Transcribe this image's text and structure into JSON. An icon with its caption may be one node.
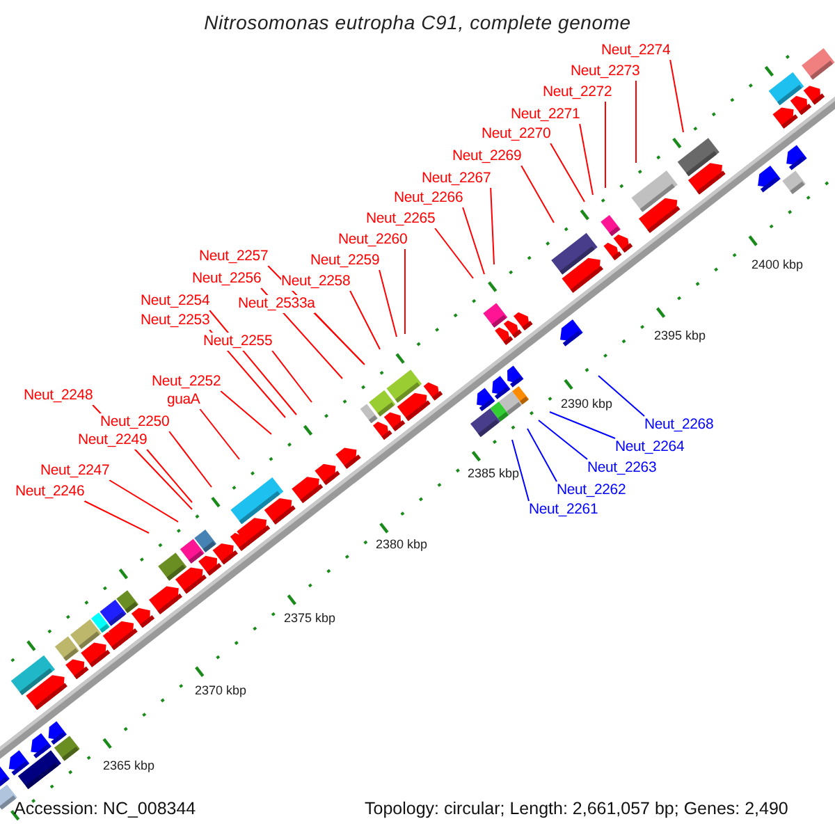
{
  "diagram": {
    "title": "Nitrosomonas eutropha C91, complete genome",
    "nodes": [
      {
        "text": [
          "Neut_2274"
        ]
      },
      {
        "text": [
          "Neut_2273"
        ]
      },
      {
        "text": [
          "Neut_2272"
        ]
      },
      {
        "text": [
          "Neut_2271"
        ]
      },
      {
        "text": [
          "Neut_2270"
        ]
      },
      {
        "text": [
          "Neut_2269"
        ]
      },
      {
        "text": [
          "Neut_2267"
        ]
      },
      {
        "text": [
          "Neut_2266"
        ]
      },
      {
        "text": [
          "Neut_2265"
        ]
      },
      {
        "text": [
          "Neut_2260"
        ]
      },
      {
        "text": [
          "Neut_2257"
        ]
      },
      {
        "text": [
          "Neut_2259"
        ]
      },
      {
        "text": [
          "Neut_2256"
        ]
      },
      {
        "text": [
          "Neut_2258"
        ]
      },
      {
        "text": [
          "Neut_2254"
        ]
      },
      {
        "text": [
          "Neut_2533a"
        ]
      },
      {
        "text": [
          "Neut_2253"
        ]
      },
      {
        "text": [
          "Neut_2255"
        ]
      },
      {
        "text": [
          "Neut_2252"
        ]
      },
      {
        "text": [
          "Neut_2248"
        ]
      },
      {
        "text": [
          "guaA"
        ]
      },
      {
        "text": [
          "Neut_2250"
        ]
      },
      {
        "text": [
          "Neut_2268"
        ]
      },
      {
        "text": [
          "Neut_2249"
        ]
      },
      {
        "text": [
          "Neut_2264"
        ]
      },
      {
        "text": [
          "Neut_2247"
        ]
      },
      {
        "text": [
          "Neut_2263"
        ]
      },
      {
        "text": [
          "Neut_2246"
        ]
      },
      {
        "text": [
          "Neut_2262"
        ]
      },
      {
        "text": [
          "Neut_2261"
        ]
      }
    ],
    "edges": [
      {
        "from": 0,
        "to": null,
        "arrow": "none"
      },
      {
        "from": 1,
        "to": null,
        "arrow": "none"
      },
      {
        "from": 2,
        "to": null,
        "arrow": "none"
      },
      {
        "from": 3,
        "to": null,
        "arrow": "none"
      },
      {
        "from": 4,
        "to": null,
        "arrow": "none"
      },
      {
        "from": 5,
        "to": null,
        "arrow": "none"
      },
      {
        "from": 6,
        "to": null,
        "arrow": "none"
      },
      {
        "from": 7,
        "to": null,
        "arrow": "none"
      },
      {
        "from": 8,
        "to": null,
        "arrow": "none"
      },
      {
        "from": 9,
        "to": null,
        "arrow": "none"
      },
      {
        "from": 10,
        "to": null,
        "arrow": "none"
      },
      {
        "from": 11,
        "to": null,
        "arrow": "none"
      },
      {
        "from": 12,
        "to": null,
        "arrow": "none"
      },
      {
        "from": 13,
        "to": null,
        "arrow": "none"
      },
      {
        "from": 14,
        "to": null,
        "arrow": "none"
      },
      {
        "from": 15,
        "to": null,
        "arrow": "none"
      },
      {
        "from": 16,
        "to": null,
        "arrow": "none"
      },
      {
        "from": 17,
        "to": null,
        "arrow": "none"
      },
      {
        "from": 18,
        "to": null,
        "arrow": "none"
      },
      {
        "from": 19,
        "to": null,
        "arrow": "none"
      },
      {
        "from": 20,
        "to": null,
        "arrow": "none"
      },
      {
        "from": 21,
        "to": null,
        "arrow": "none"
      },
      {
        "from": 22,
        "to": null,
        "arrow": "none",
        "color": "#0000ff"
      },
      {
        "from": 23,
        "to": null,
        "arrow": "none"
      },
      {
        "from": 24,
        "to": null,
        "arrow": "none",
        "color": "#0000ff"
      },
      {
        "from": 25,
        "to": null,
        "arrow": "none"
      },
      {
        "from": 26,
        "to": null,
        "arrow": "none",
        "color": "#0000ff"
      },
      {
        "from": 27,
        "to": null,
        "arrow": "none"
      },
      {
        "from": 28,
        "to": null,
        "arrow": "none",
        "color": "#0000ff"
      },
      {
        "from": 29,
        "to": null,
        "arrow": "none",
        "color": "#0000ff"
      }
    ],
    "labels": [
      "2400 kbp",
      "2395 kbp",
      "2390 kbp",
      "2385 kbp",
      "2380 kbp",
      "2375 kbp",
      "2370 kbp",
      "2365 kbp",
      "Accession: NC_008344",
      "Topology: circular; Length: 2,661,057 bp; Genes: 2,490"
    ]
  }
}
